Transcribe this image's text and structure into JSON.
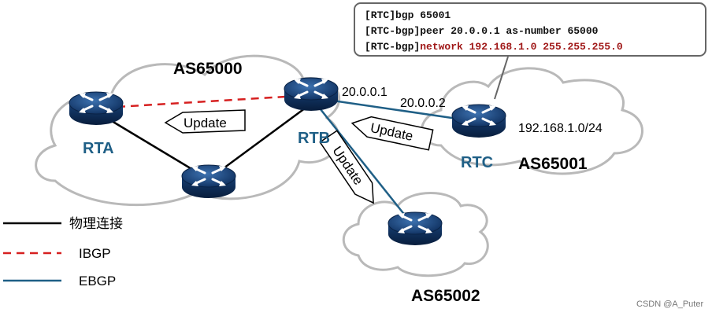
{
  "colors": {
    "physical": "#000000",
    "ibgp": "#d62020",
    "ebgp": "#1f5f86",
    "router_label": "#1f5f86",
    "command_highlight": "#a01818"
  },
  "as_labels": {
    "as65000": "AS65000",
    "as65001": "AS65001",
    "as65002": "AS65002"
  },
  "routers": {
    "rta": "RTA",
    "rtb": "RTB",
    "rtc": "RTC"
  },
  "addresses": {
    "rtb_peer_ip": "20.0.0.1",
    "rtc_peer_ip": "20.0.0.2",
    "rtc_network": "192.168.1.0/24"
  },
  "updates": {
    "rtb_to_rta": "Update",
    "rtc_to_rtb": "Update",
    "rtb_to_as65002": "Update"
  },
  "config": {
    "line1": "[RTC]bgp 65001",
    "line2": "[RTC-bgp]peer 20.0.0.1 as-number 65000",
    "line3_prefix": "[RTC-bgp]",
    "line3_cmd": "network 192.168.1.0 255.255.255.0"
  },
  "legend": {
    "physical": "物理连接",
    "ibgp": "IBGP",
    "ebgp": "EBGP"
  },
  "watermark": "CSDN @A_Puter",
  "icons": {
    "router": "router-icon",
    "cloud": "cloud-icon"
  }
}
